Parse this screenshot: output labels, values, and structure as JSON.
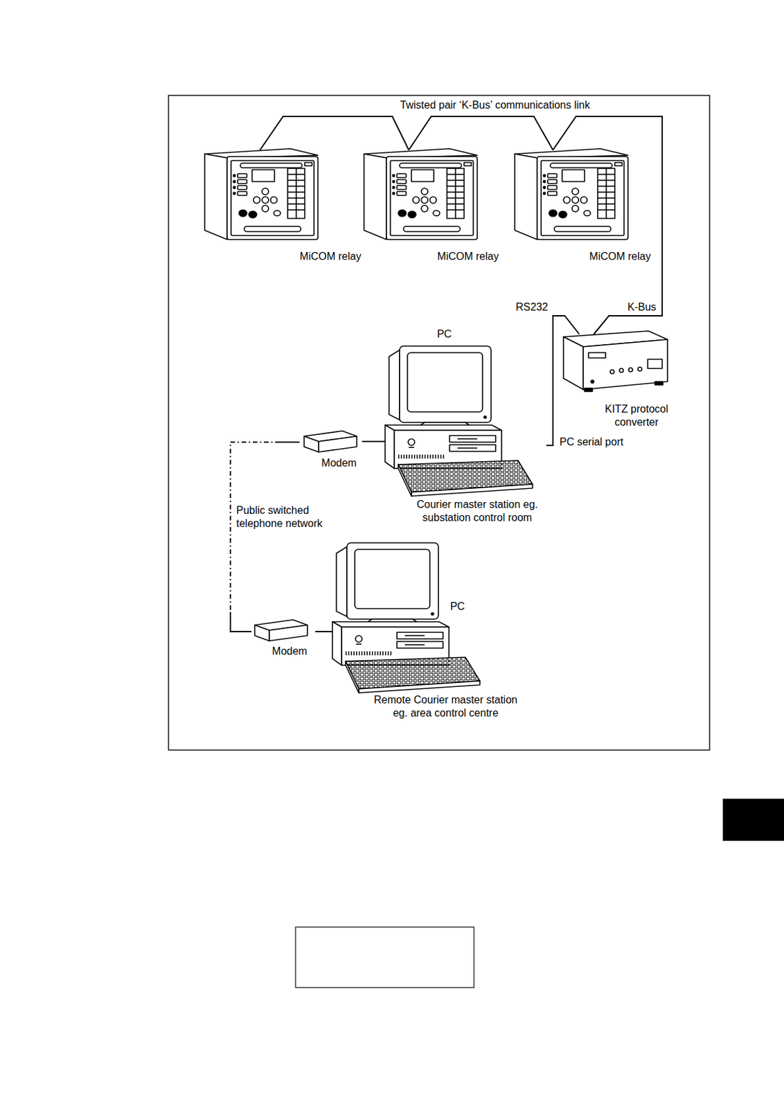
{
  "diagram": {
    "nodes": [
      {
        "text": [
          "MiCOM relay"
        ]
      },
      {
        "text": [
          "MiCOM relay"
        ]
      },
      {
        "text": [
          "MiCOM relay"
        ]
      },
      {
        "text": [
          "KITZ protocol converter"
        ]
      },
      {
        "text": [
          "PC",
          "Courier master station eg. substation control room"
        ]
      },
      {
        "text": [
          "Modem"
        ]
      },
      {
        "text": [
          "Modem"
        ]
      },
      {
        "text": [
          "PC",
          "Remote Courier master station eg. area control centre"
        ]
      }
    ],
    "edges": [
      {
        "from": 0,
        "to": 1,
        "arrow": "none"
      },
      {
        "from": 1,
        "to": 2,
        "arrow": "none"
      },
      {
        "from": 2,
        "to": 3,
        "label": "K-Bus",
        "arrow": "none"
      },
      {
        "from": 4,
        "to": 3,
        "label": "RS232",
        "arrow": "none"
      },
      {
        "from": 5,
        "to": 4,
        "arrow": "none"
      },
      {
        "from": 5,
        "to": 6,
        "label": "Public switched telephone network",
        "arrow": "none"
      },
      {
        "from": 6,
        "to": 7,
        "arrow": "none"
      }
    ],
    "labels": [
      "Twisted pair ‘K-Bus’ communications link",
      "PC serial port"
    ]
  }
}
